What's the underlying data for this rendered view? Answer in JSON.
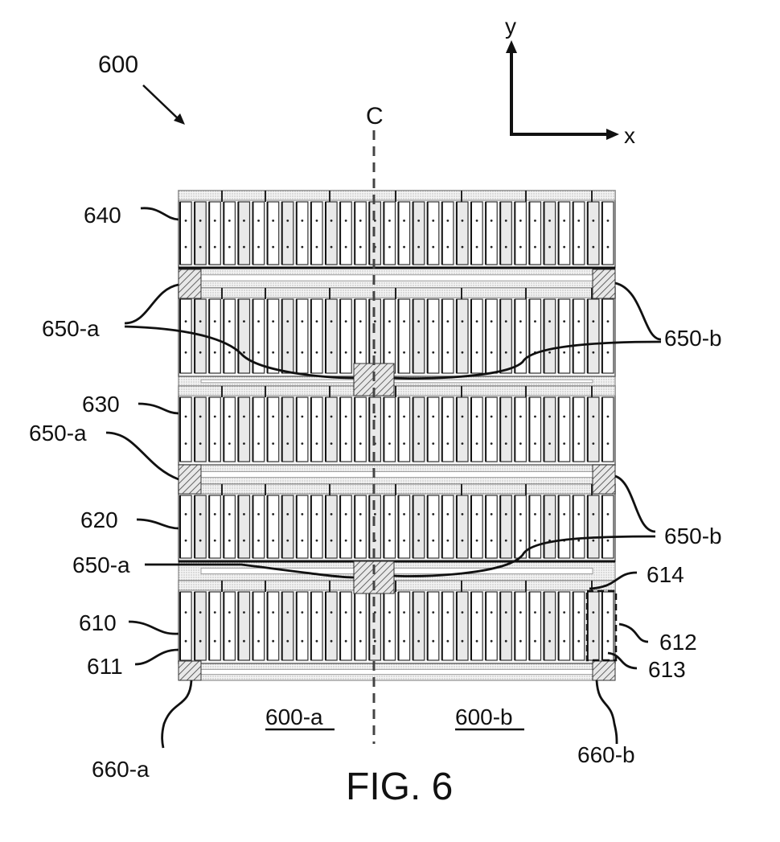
{
  "figure": {
    "title": "FIG. 6",
    "reference": "600",
    "centerline_label": "C",
    "axes": {
      "x_label": "x",
      "y_label": "y"
    },
    "halves": [
      {
        "id": "600-a",
        "label": "600-a"
      },
      {
        "id": "600-b",
        "label": "600-b"
      }
    ],
    "modules": [
      {
        "id": "640",
        "label": "640"
      },
      {
        "id": "630",
        "label": "630"
      },
      {
        "id": "620",
        "label": "620"
      },
      {
        "id": "610",
        "label": "610"
      }
    ],
    "callouts": {
      "l640": "640",
      "l650a_1": "650-a",
      "l650b_1": "650-b",
      "l630": "630",
      "l650a_2": "650-a",
      "l620": "620",
      "l650b_2": "650-b",
      "l650a_3": "650-a",
      "l614": "614",
      "l610": "610",
      "l612": "612",
      "l611": "611",
      "l613": "613",
      "l660a": "660-a",
      "l660b": "660-b"
    },
    "colors": {
      "ink": "#111111",
      "hatch": "#555555",
      "frame": "#888888",
      "paper": "#ffffff"
    }
  }
}
